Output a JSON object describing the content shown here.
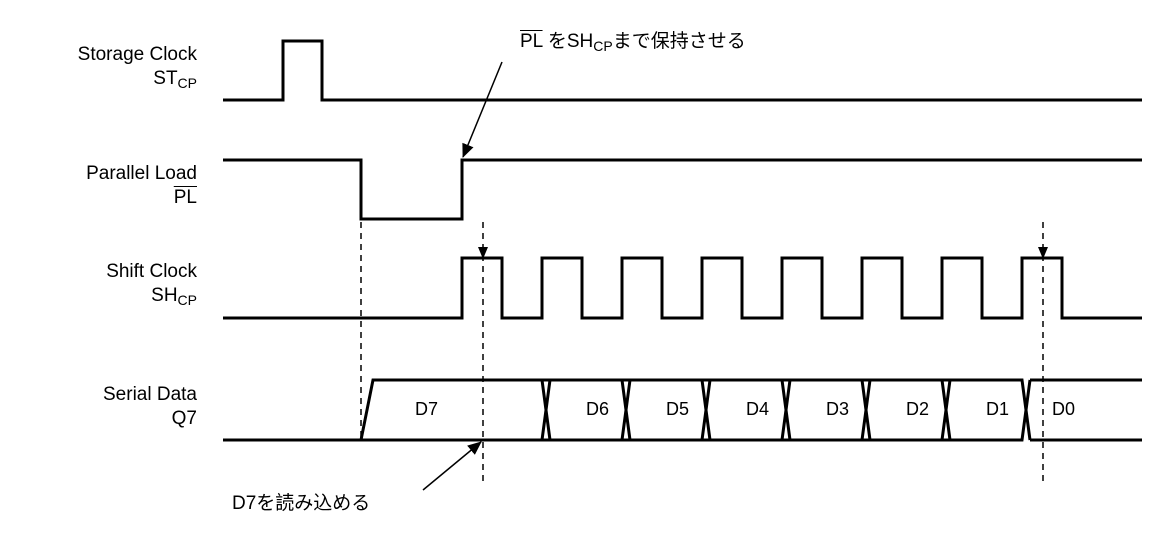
{
  "signals": [
    {
      "name": "Storage Clock",
      "symbol": "ST",
      "sub": "CP",
      "overline": false
    },
    {
      "name": "Parallel Load",
      "symbol": "PL",
      "sub": "",
      "overline": true
    },
    {
      "name": "Shift Clock",
      "symbol": "SH",
      "sub": "CP",
      "overline": false
    },
    {
      "name": "Serial Data",
      "symbol": "Q7",
      "sub": "",
      "overline": false
    }
  ],
  "data_cells": [
    "D7",
    "D6",
    "D5",
    "D4",
    "D3",
    "D2",
    "D1",
    "D0"
  ],
  "annotations": {
    "top": {
      "pl": "PL",
      "mid": " をSH",
      "sub": "CP",
      "rest": "まで保持させる"
    },
    "bottom": "D7を読み込める"
  }
}
